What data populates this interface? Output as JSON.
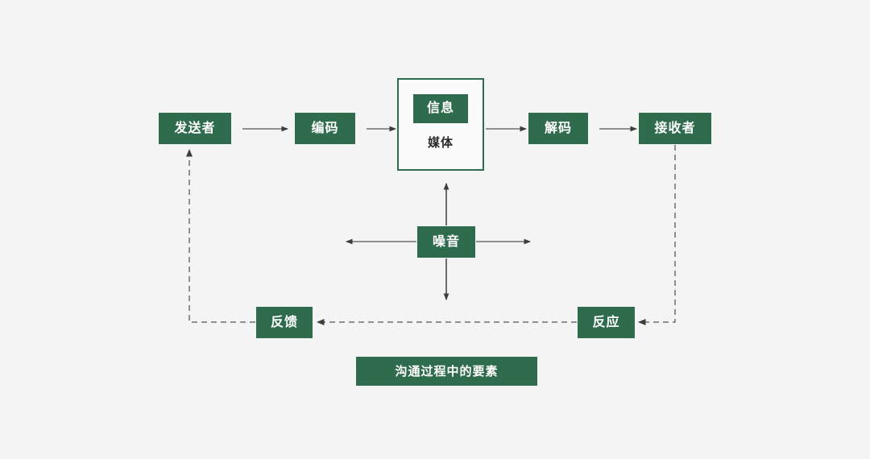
{
  "diagram": {
    "title": "沟通过程中的要素",
    "background_color": "#f4f4f4",
    "accent_color": "#2f6b4d",
    "line_color": "#585858",
    "nodes": {
      "sender": "发送者",
      "encode": "编码",
      "message": "信息",
      "media": "媒体",
      "decode": "解码",
      "receiver": "接收者",
      "noise": "噪音",
      "feedback": "反馈",
      "reaction": "反应"
    },
    "connections": [
      {
        "name": "sender-to-encode",
        "from": "发送者",
        "to": "编码",
        "style": "solid",
        "direction": "right"
      },
      {
        "name": "encode-to-message",
        "from": "编码",
        "to": "信息",
        "style": "solid",
        "direction": "right"
      },
      {
        "name": "message-to-decode",
        "from": "信息",
        "to": "解码",
        "style": "solid",
        "direction": "right"
      },
      {
        "name": "decode-to-receiver",
        "from": "解码",
        "to": "接收者",
        "style": "solid",
        "direction": "right"
      },
      {
        "name": "noise-to-message",
        "from": "噪音",
        "to": "信息",
        "style": "solid",
        "direction": "up"
      },
      {
        "name": "noise-to-left",
        "from": "噪音",
        "to": "",
        "style": "solid",
        "direction": "left"
      },
      {
        "name": "noise-to-right",
        "from": "噪音",
        "to": "",
        "style": "solid",
        "direction": "right"
      },
      {
        "name": "noise-to-down",
        "from": "噪音",
        "to": "",
        "style": "solid",
        "direction": "down"
      },
      {
        "name": "receiver-to-reaction",
        "from": "接收者",
        "to": "反应",
        "style": "dashed",
        "direction": "left"
      },
      {
        "name": "reaction-to-feedback",
        "from": "反应",
        "to": "反馈",
        "style": "dashed",
        "direction": "left"
      },
      {
        "name": "feedback-to-sender",
        "from": "反馈",
        "to": "发送者",
        "style": "dashed",
        "direction": "up"
      }
    ]
  }
}
